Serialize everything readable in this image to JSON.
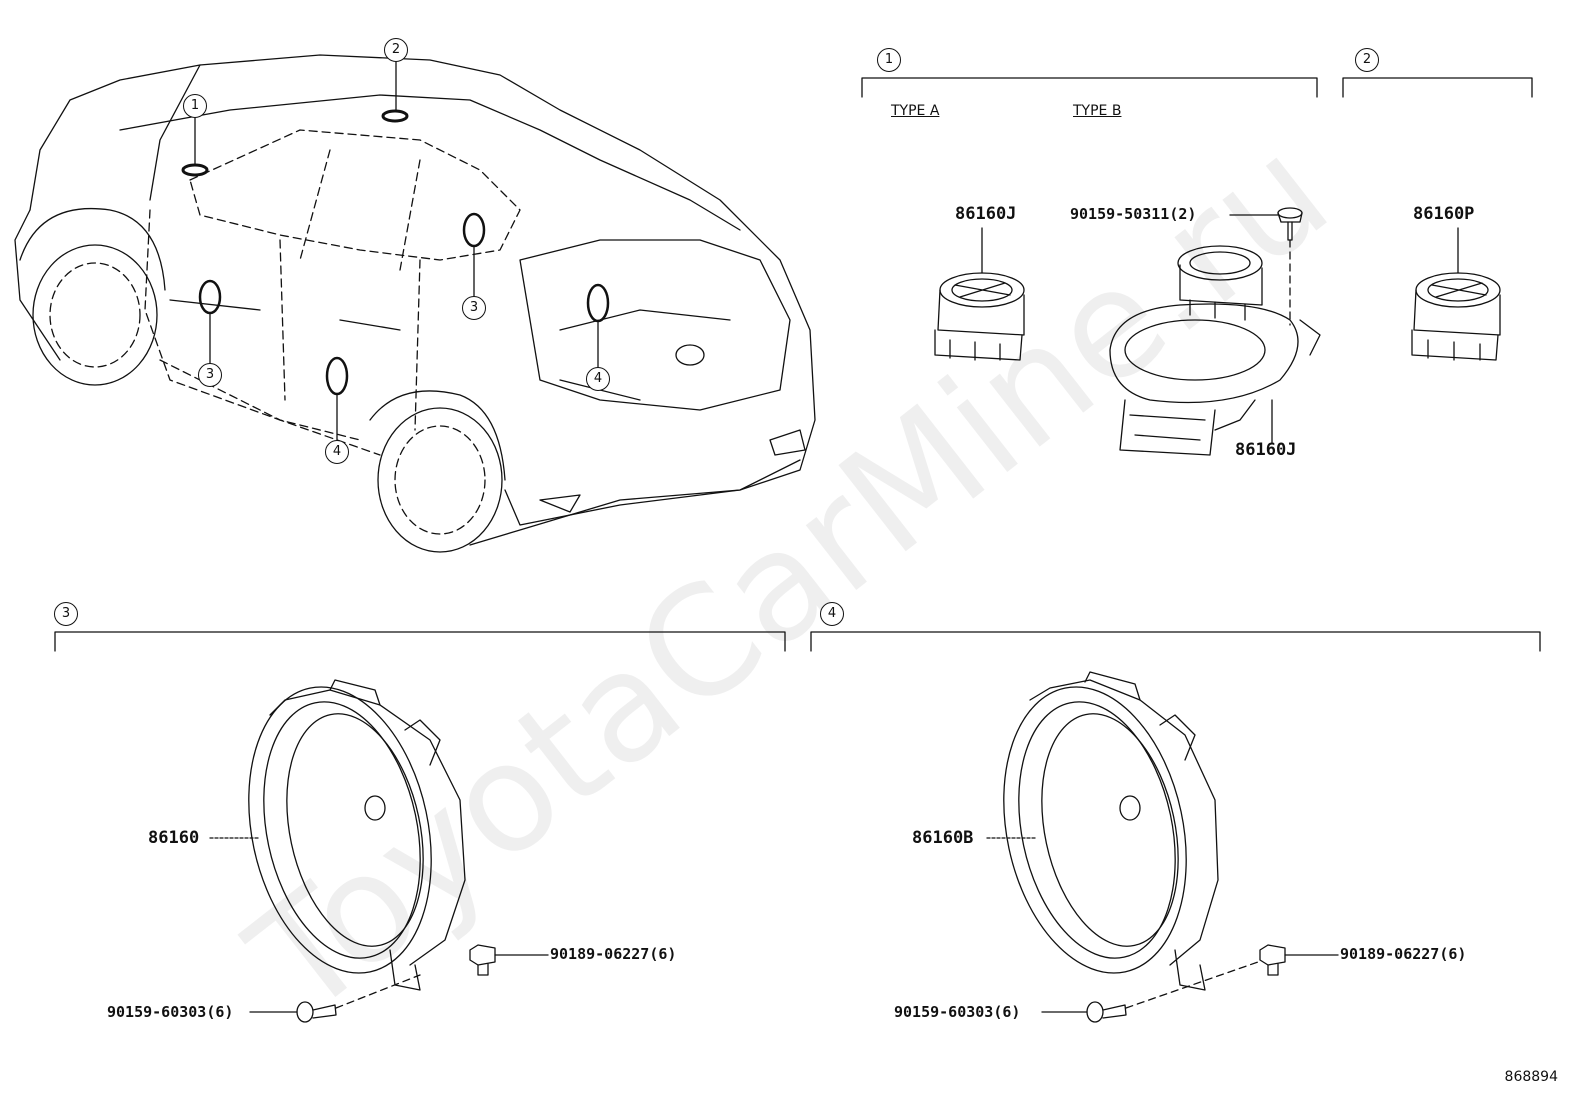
{
  "sections": {
    "s1": {
      "callout": "1",
      "type_a": "TYPE A",
      "type_b": "TYPE B"
    },
    "s2": {
      "callout": "2"
    },
    "s3": {
      "callout": "3"
    },
    "s4": {
      "callout": "4"
    }
  },
  "vehicle_callouts": [
    "1",
    "2",
    "3",
    "3",
    "4",
    "4"
  ],
  "parts": {
    "tweeter_type_a": "86160J",
    "tweeter_type_b": "86160J",
    "tweeter_bolt": "90159-50311(2)",
    "tweeter_rear": "86160P",
    "front_speaker": "86160",
    "rear_speaker": "86160B",
    "front_nut": "90189-06227(6)",
    "front_screw": "90159-60303(6)",
    "rear_nut": "90189-06227(6)",
    "rear_screw": "90159-60303(6)"
  },
  "watermark": "ToyotaCarMine.ru",
  "diagram_ref": "868894"
}
